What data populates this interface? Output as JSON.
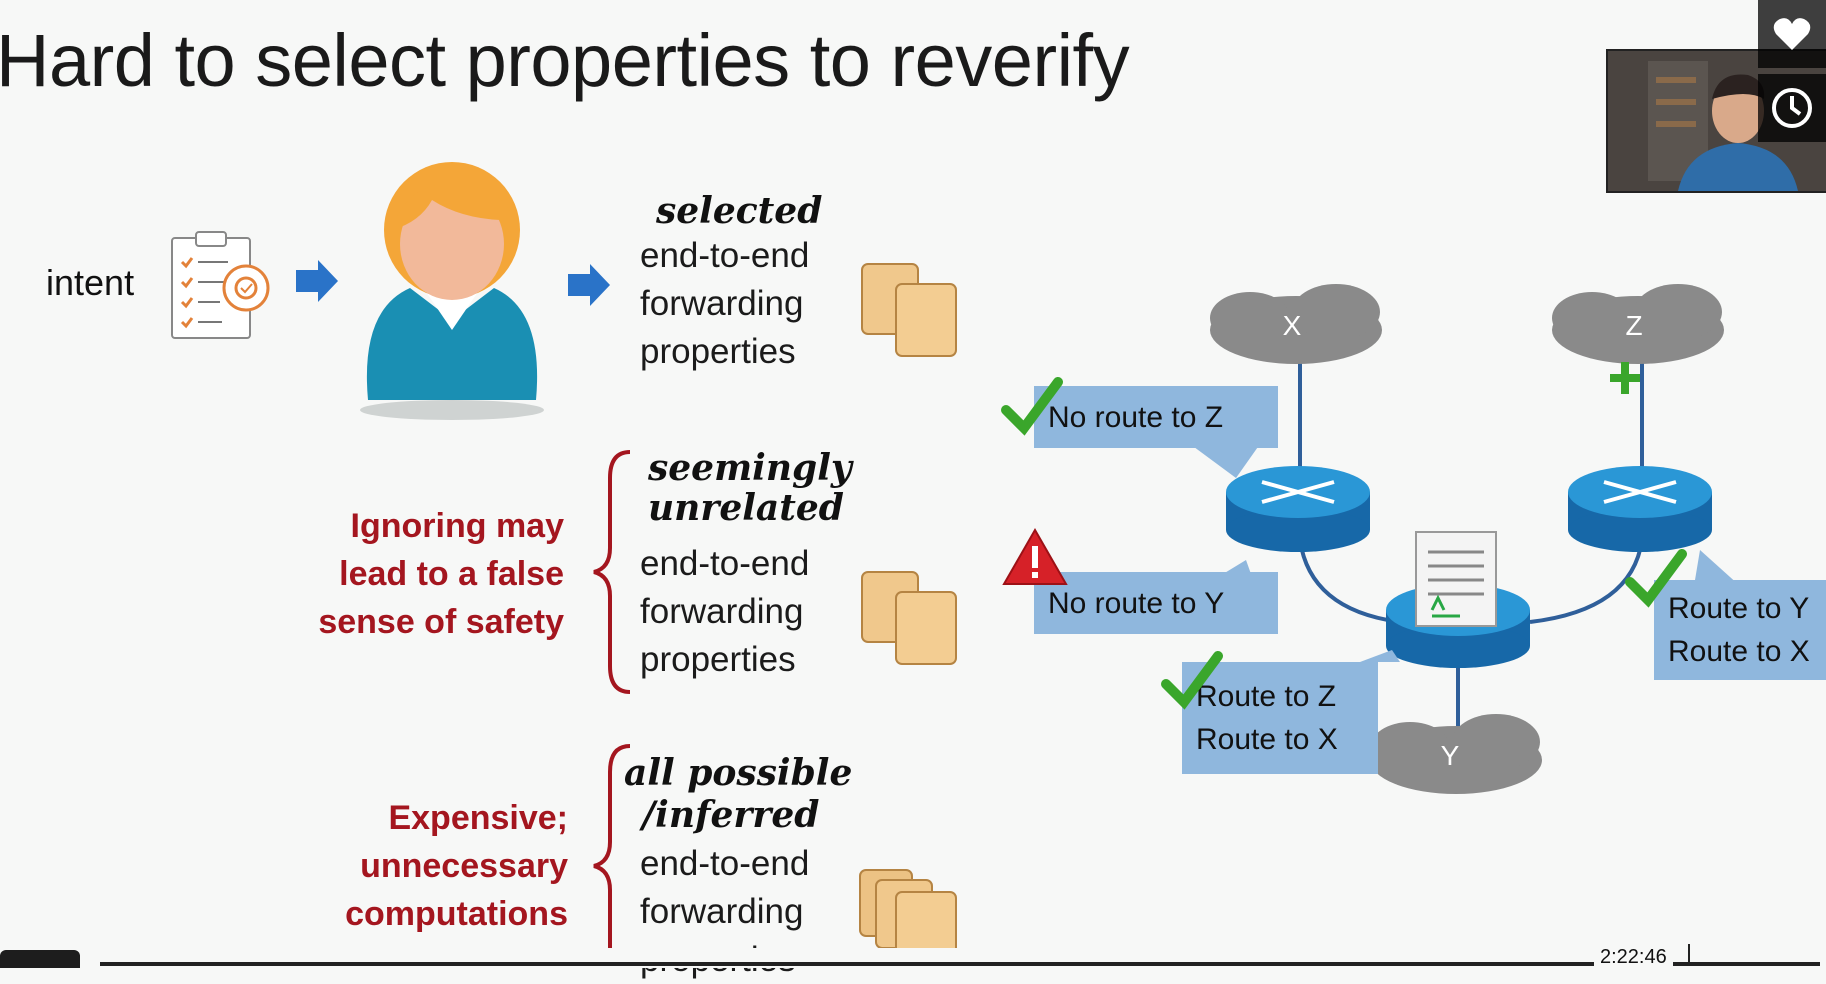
{
  "slide": {
    "title": "Hard to select properties to reverify",
    "intent_label": "intent",
    "rows": [
      {
        "heading": [
          "selected"
        ],
        "body": [
          "end-to-end",
          "forwarding",
          "properties"
        ],
        "note": []
      },
      {
        "heading": [
          "seemingly",
          "unrelated"
        ],
        "body": [
          "end-to-end",
          "forwarding",
          "properties"
        ],
        "note": [
          "Ignoring may",
          "lead to a false",
          "sense of safety"
        ]
      },
      {
        "heading": [
          "all possible",
          "/inferred"
        ],
        "body": [
          "end-to-end",
          "forwarding",
          "properties"
        ],
        "note": [
          "Expensive;",
          "unnecessary",
          "computations"
        ]
      }
    ],
    "network": {
      "clouds": [
        "X",
        "Z",
        "Y"
      ],
      "callouts": [
        {
          "lines": [
            "No route to Z"
          ],
          "mark": "check"
        },
        {
          "lines": [
            "No route to Y"
          ],
          "mark": "warning"
        },
        {
          "lines": [
            "Route to Z",
            "Route to X"
          ],
          "mark": "check"
        },
        {
          "lines": [
            "Route to Y",
            "Route to X"
          ],
          "mark": "check"
        }
      ]
    }
  },
  "player": {
    "timestamp": "2:22:46",
    "like_icon": "heart-icon",
    "watch_later_icon": "clock-icon"
  },
  "colors": {
    "accent_red": "#a4161f",
    "callout_blue": "#8fb7dd",
    "router_blue": "#1e88c8",
    "arrow_blue": "#2a73c8",
    "check_green": "#3aa62b"
  }
}
